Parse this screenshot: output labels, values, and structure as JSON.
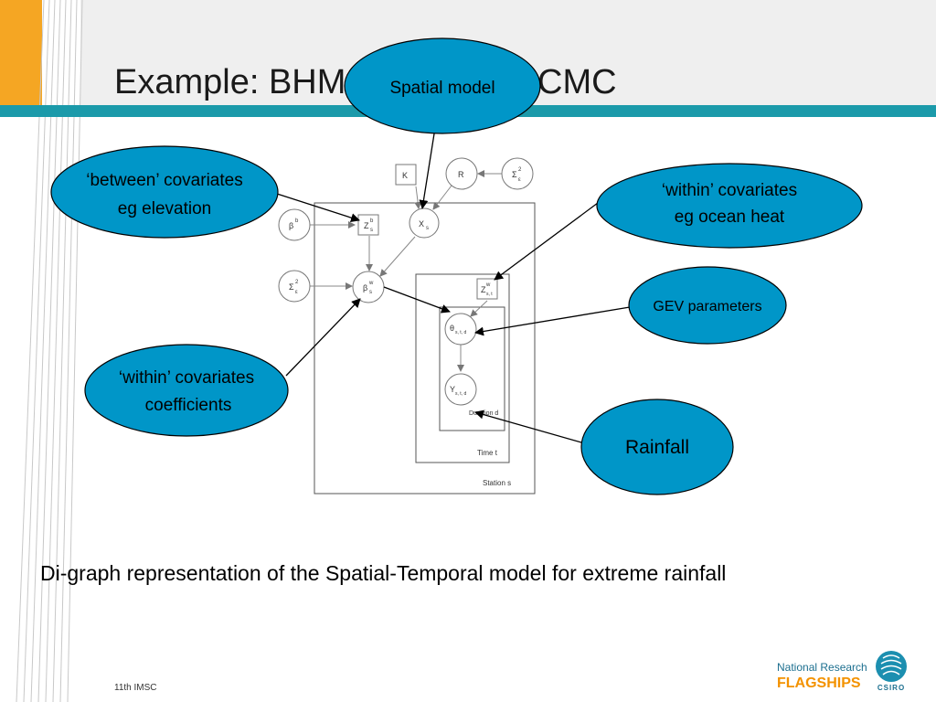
{
  "slide": {
    "title": "Example: BHM",
    "title_tail": "CMC",
    "caption": "Di-graph representation of the Spatial-Temporal model for extreme rainfall",
    "footer": "11th IMSC",
    "logo": {
      "line1": "National Research",
      "line2": "FLAGSHIPS",
      "line3": "CSIRO"
    }
  },
  "callouts": {
    "spatial_model": "Spatial model",
    "between_line1": "‘between’ covariates",
    "between_line2": "eg elevation",
    "within_heat_line1": "‘within’ covariates",
    "within_heat_line2": "eg ocean heat",
    "gev": "GEV parameters",
    "within_coef_line1": "‘within’ covariates",
    "within_coef_line2": "coefficients",
    "rainfall": "Rainfall"
  },
  "graph": {
    "K": "K",
    "R": "R",
    "sigma_eps": "Σ",
    "sigma_eps_sup": "2",
    "sigma_eps_sub": "ε",
    "beta_b": "β",
    "beta_b_sup": "b",
    "Z_b": "Z",
    "Z_b_sup": "b",
    "Z_b_sub": "s",
    "X_s": "X",
    "X_s_sub": "s",
    "sigma_beta": "Σ",
    "sigma_beta_sup": "2",
    "sigma_beta_sub": "ε",
    "beta_w": "β",
    "beta_w_sup": "w",
    "beta_w_sub": "s",
    "Z_w": "Z",
    "Z_w_sup": "w",
    "Z_w_sub": "s, t",
    "theta": "θ",
    "theta_sub": "s, t, d",
    "Y": "Y",
    "Y_sub": "s, t, d",
    "plate_duration": "Duration d",
    "plate_time": "Time t",
    "plate_station": "Station s"
  },
  "colors": {
    "accent_orange": "#F5A623",
    "teal_bar": "#1B9AAA",
    "callout_fill": "#0096C8",
    "logo_teal": "#1C8FB0",
    "logo_orange": "#F39200"
  }
}
